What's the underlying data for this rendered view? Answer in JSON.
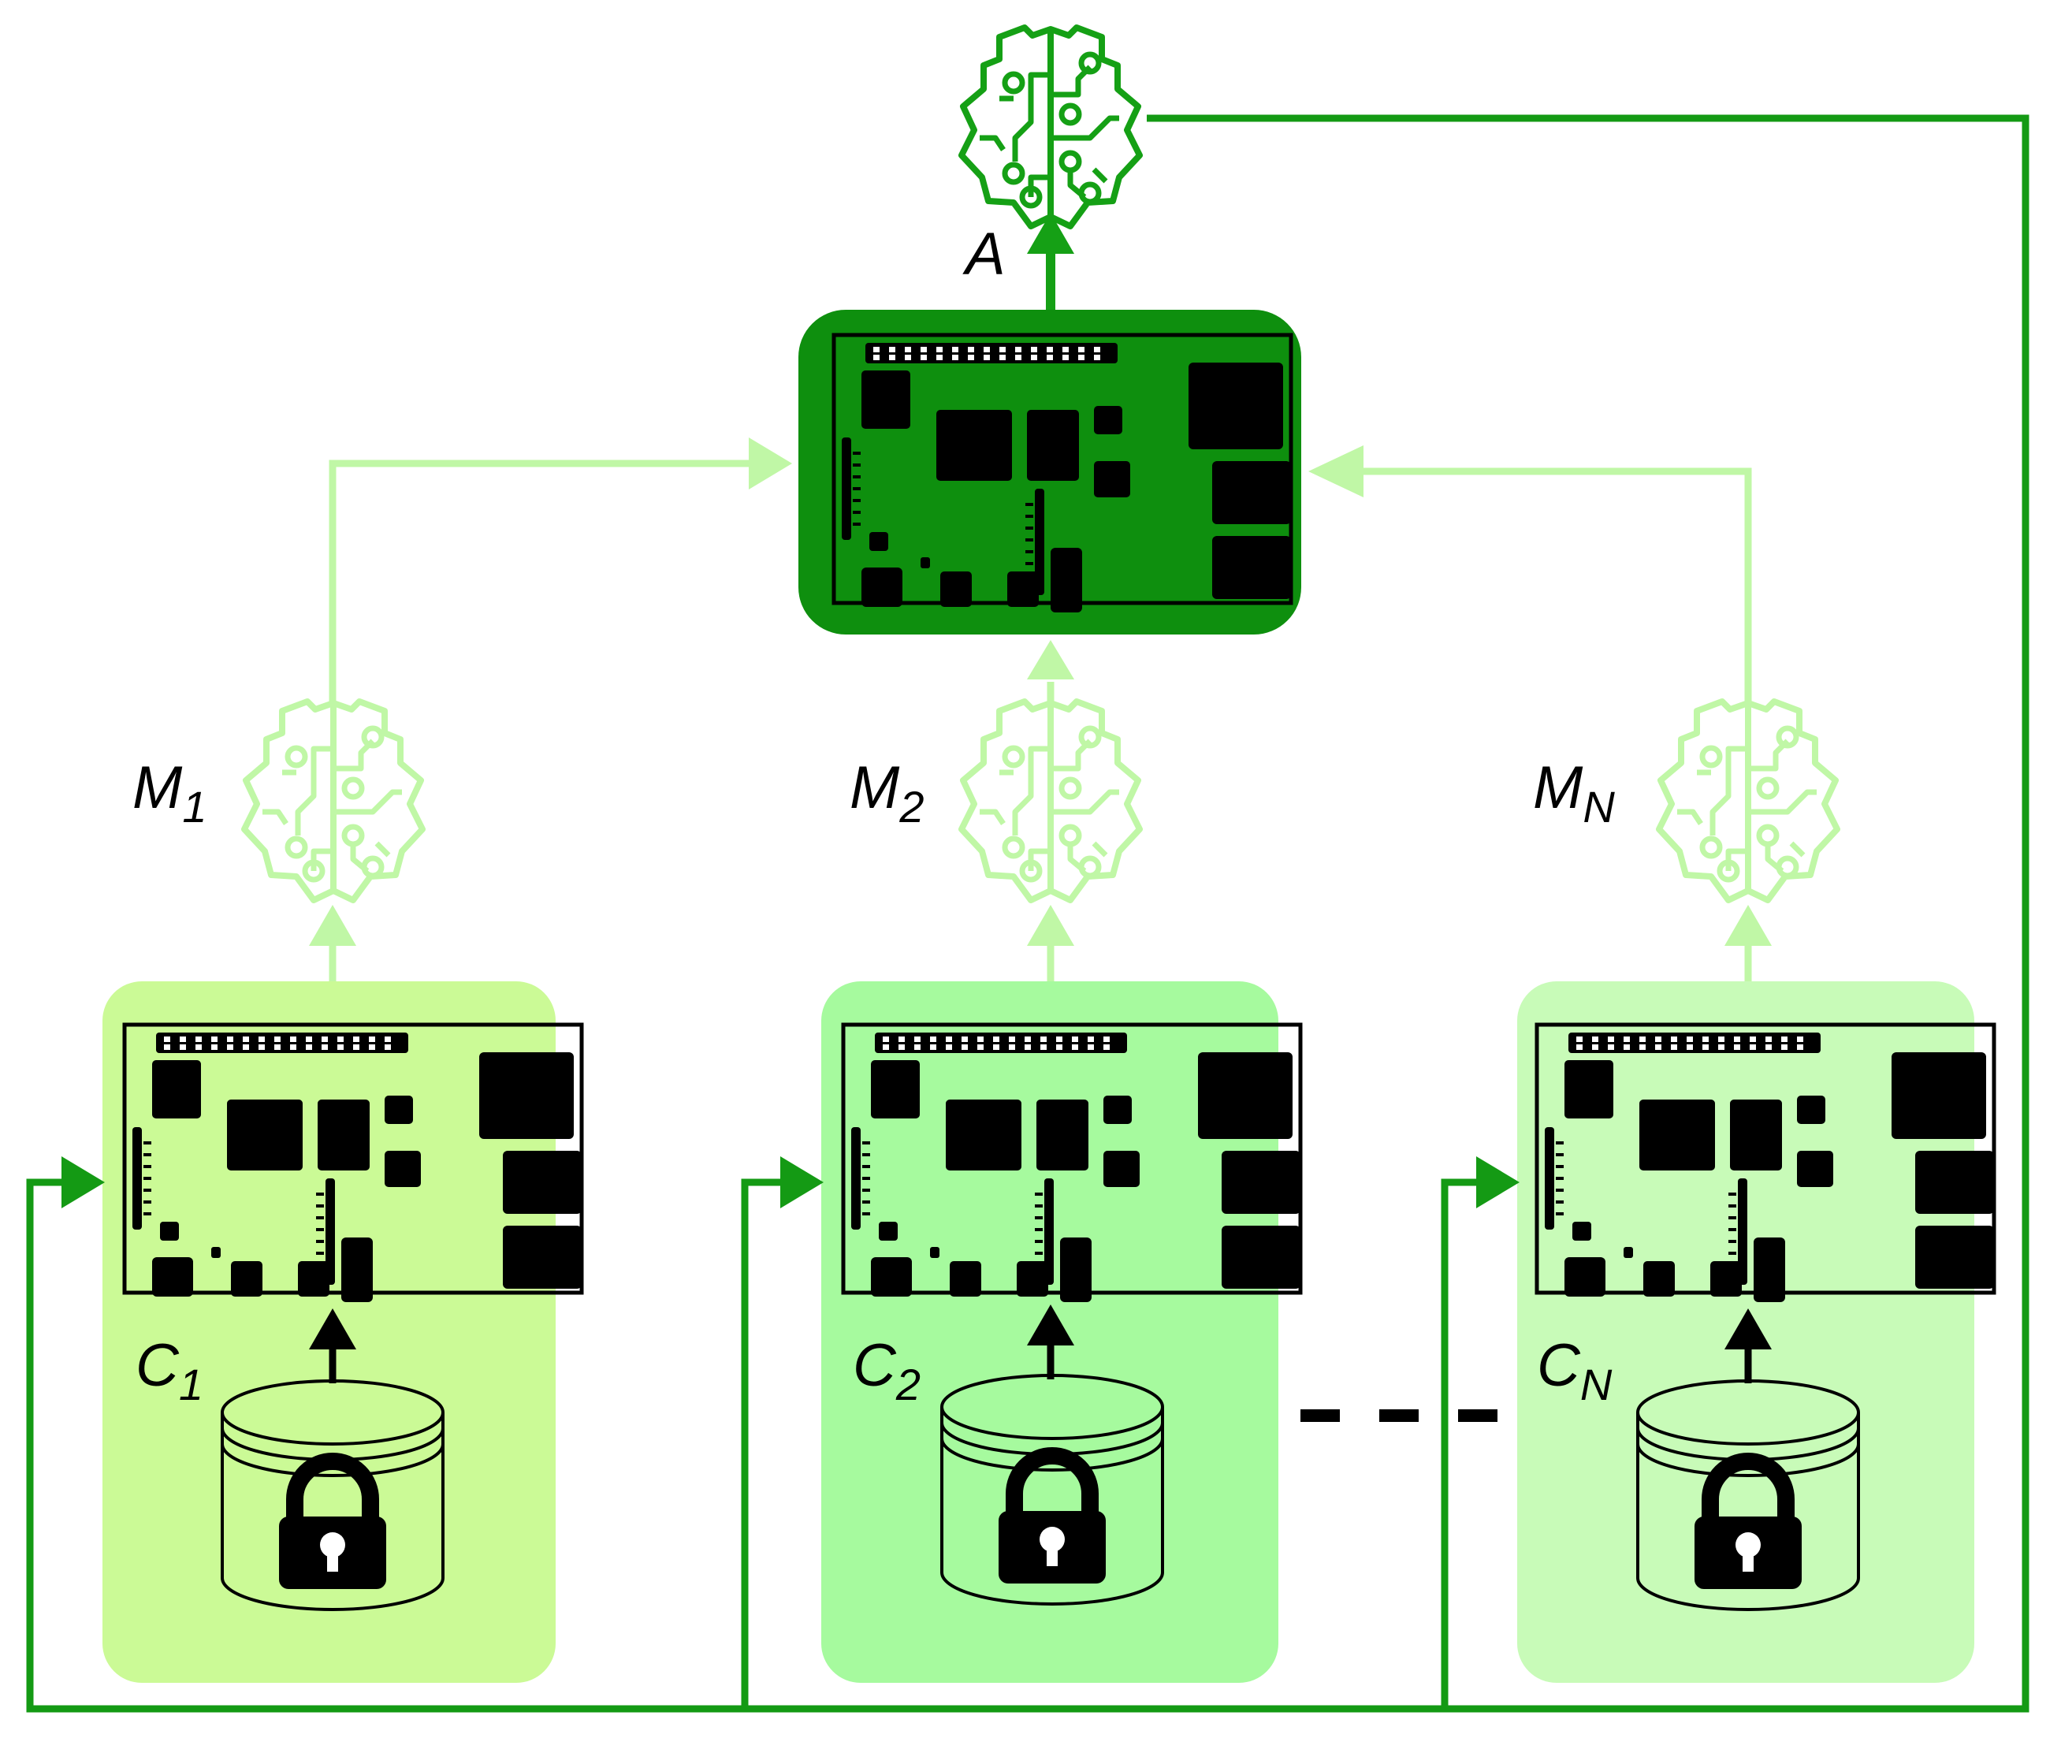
{
  "labels": {
    "aggregator": "A",
    "model_1": "M",
    "model_1_sub": "1",
    "model_2": "M",
    "model_2_sub": "2",
    "model_n": "M",
    "model_n_sub": "N",
    "client_1": "C",
    "client_1_sub": "1",
    "client_2": "C",
    "client_2_sub": "2",
    "client_n": "C",
    "client_n_sub": "N"
  },
  "colors": {
    "server_box": "#0e8f0e",
    "client_1_box": "#cbfa96",
    "client_2_box": "#a6fa9e",
    "client_n_box": "#c8fbb8",
    "global_model": "#15a015",
    "local_model": "#c0f7a6",
    "feedback_line": "#149a14",
    "ink": "#000000"
  },
  "icons": {
    "global_model_icon": "brain-circuit-icon",
    "local_model_icon": "brain-circuit-icon",
    "device_icon": "circuit-board-icon",
    "data_icon": "locked-database-icon"
  }
}
